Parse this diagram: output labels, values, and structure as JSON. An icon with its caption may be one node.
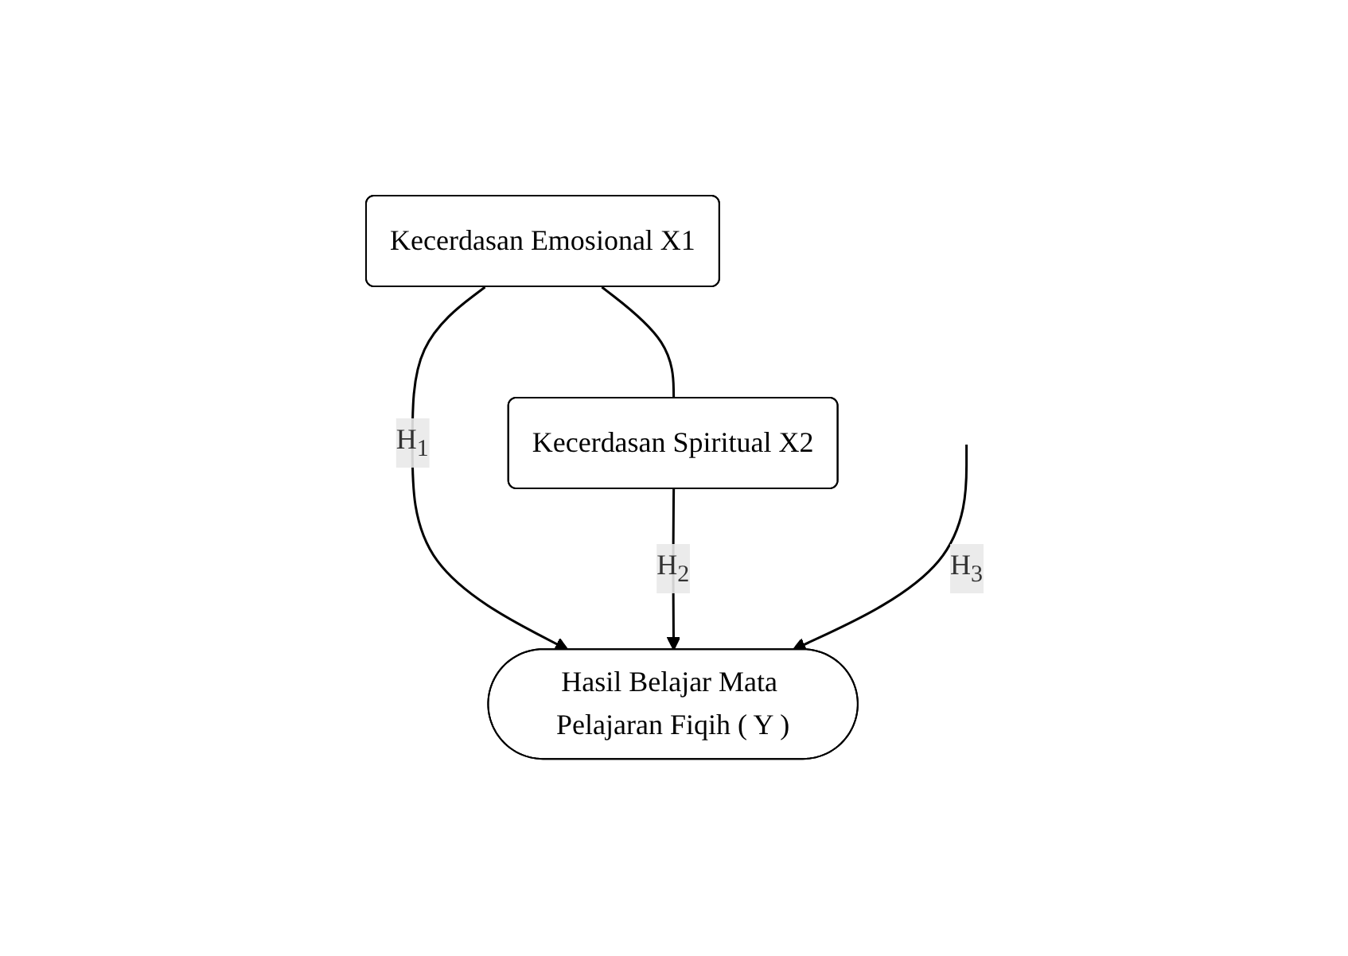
{
  "diagram": {
    "nodes": [
      {
        "text": [
          "Kecerdasan Emosional X1"
        ]
      },
      {
        "text": [
          "Kecerdasan Spiritual X2"
        ]
      },
      {
        "text": [
          "Hasil Belajar Mata Pelajaran Fiqih ( Y )"
        ]
      }
    ],
    "edges": [
      {
        "from": 0,
        "to": 2,
        "arrow": "to",
        "label": "H$_{1}$"
      },
      {
        "from": 1,
        "to": 2,
        "arrow": "to",
        "label": "H$_{2}$"
      },
      {
        "from": 0,
        "to": 1,
        "arrow": "none"
      },
      {
        "from": null,
        "to": 2,
        "arrow": "to",
        "label": "H$_{3}$"
      }
    ]
  }
}
